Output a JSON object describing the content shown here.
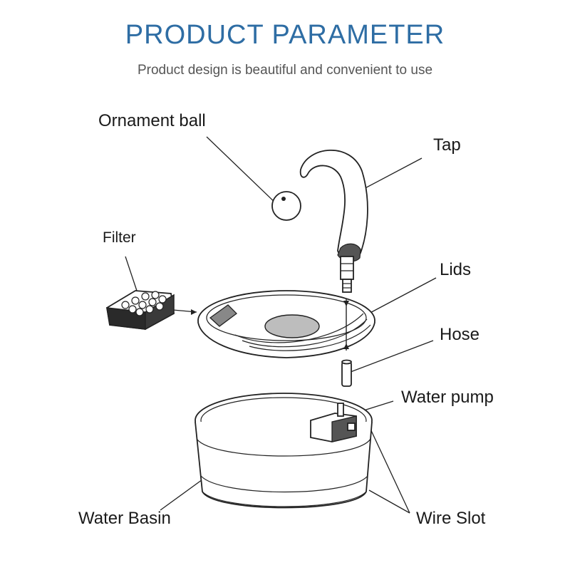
{
  "header": {
    "title": "PRODUCT PARAMETER",
    "subtitle": "Product design is beautiful and convenient to use"
  },
  "labels": {
    "ornament_ball": "Ornament ball",
    "tap": "Tap",
    "filter": "Filter",
    "lids": "Lids",
    "hose": "Hose",
    "water_pump": "Water pump",
    "water_basin": "Water Basin",
    "wire_slot": "Wire Slot"
  },
  "colors": {
    "title": "#2e6da4",
    "subtitle": "#555555",
    "line": "#222222"
  }
}
